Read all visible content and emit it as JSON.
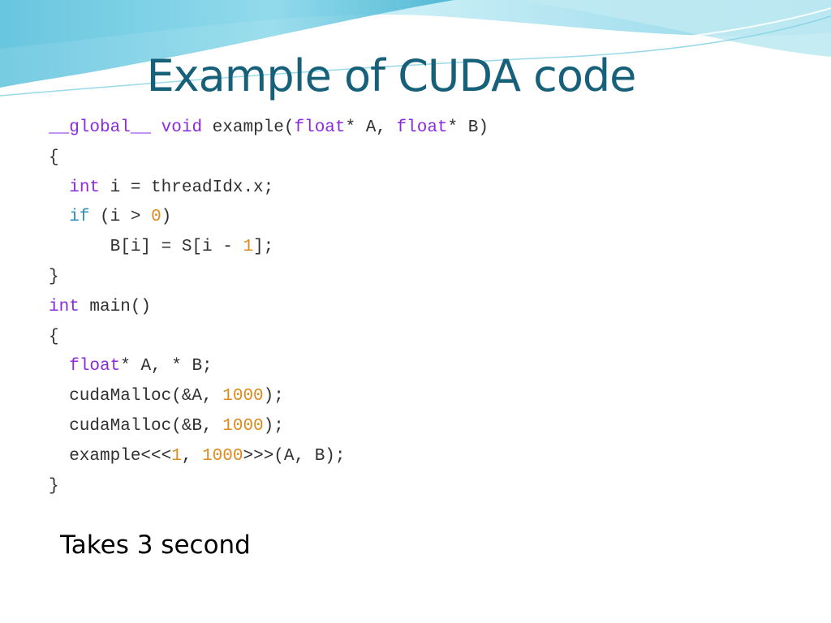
{
  "slide": {
    "title": "Example of CUDA code",
    "footnote": "Takes 3 second"
  },
  "colors": {
    "title": "#17607a",
    "keyword": "#8a2be2",
    "control": "#2f8fb8",
    "number": "#e08a1e",
    "text": "#303030",
    "wave_light": "#bfe9f2",
    "wave_mid": "#7fd0e3",
    "wave_deep": "#3fb0cf"
  },
  "code_lines": [
    [
      [
        "kw",
        "__global__"
      ],
      [
        "plain",
        " "
      ],
      [
        "kw",
        "void"
      ],
      [
        "plain",
        " example("
      ],
      [
        "kw",
        "float"
      ],
      [
        "plain",
        "* A, "
      ],
      [
        "kw",
        "float"
      ],
      [
        "plain",
        "* B)"
      ]
    ],
    [
      [
        "plain",
        "{"
      ]
    ],
    [
      [
        "plain",
        "  "
      ],
      [
        "kw",
        "int"
      ],
      [
        "plain",
        " i = threadIdx.x;"
      ]
    ],
    [
      [
        "plain",
        "  "
      ],
      [
        "ctrl",
        "if"
      ],
      [
        "plain",
        " (i > "
      ],
      [
        "num",
        "0"
      ],
      [
        "plain",
        ")"
      ]
    ],
    [
      [
        "plain",
        "      B[i] = S[i - "
      ],
      [
        "num",
        "1"
      ],
      [
        "plain",
        "];"
      ]
    ],
    [
      [
        "plain",
        "}"
      ]
    ],
    [
      [
        "kw",
        "int"
      ],
      [
        "plain",
        " main()"
      ]
    ],
    [
      [
        "plain",
        "{"
      ]
    ],
    [
      [
        "plain",
        "  "
      ],
      [
        "kw",
        "float"
      ],
      [
        "plain",
        "* A, * B;"
      ]
    ],
    [
      [
        "plain",
        "  cudaMalloc(&A, "
      ],
      [
        "num",
        "1000"
      ],
      [
        "plain",
        ");"
      ]
    ],
    [
      [
        "plain",
        "  cudaMalloc(&B, "
      ],
      [
        "num",
        "1000"
      ],
      [
        "plain",
        ");"
      ]
    ],
    [
      [
        "plain",
        "  example<<<"
      ],
      [
        "num",
        "1"
      ],
      [
        "plain",
        ", "
      ],
      [
        "num",
        "1000"
      ],
      [
        "plain",
        ">>>(A, B);"
      ]
    ],
    [
      [
        "plain",
        "}"
      ]
    ]
  ]
}
